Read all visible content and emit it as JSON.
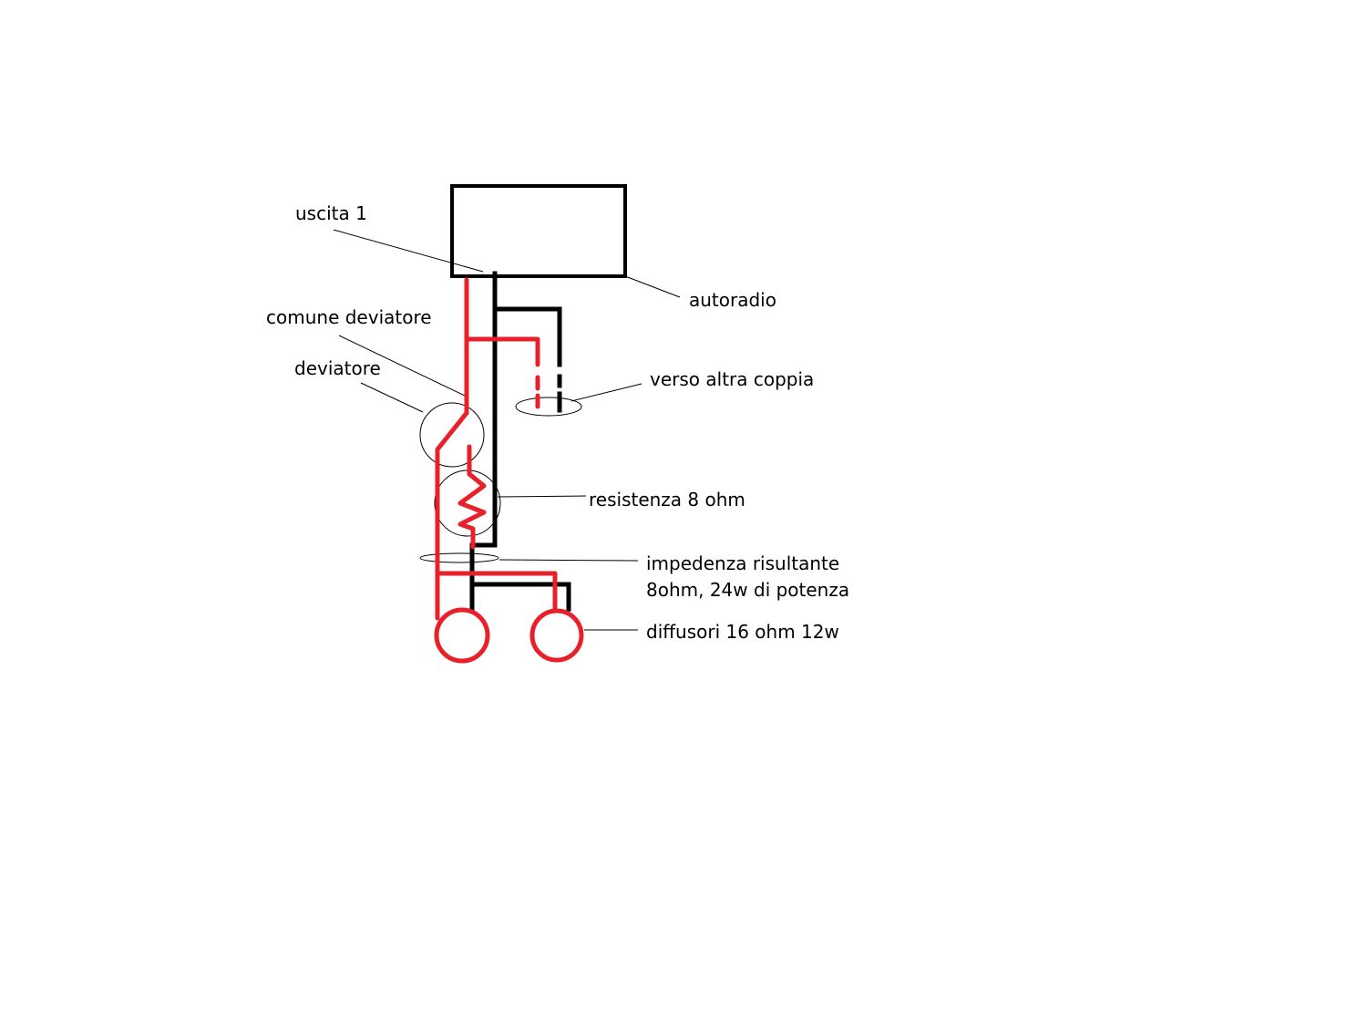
{
  "labels": {
    "uscita": "uscita 1",
    "autoradio": "autoradio",
    "comune_deviatore": "comune deviatore",
    "deviatore": "deviatore",
    "verso_altra_coppia": "verso altra coppia",
    "resistenza": "resistenza  8 ohm",
    "impedenza_line1": "impedenza risultante",
    "impedenza_line2": "8ohm, 24w di potenza",
    "diffusori": "diffusori  16 ohm 12w"
  },
  "colors": {
    "positive_wire": "#e8202a",
    "negative_wire": "#000000",
    "annotation": "#000000"
  }
}
